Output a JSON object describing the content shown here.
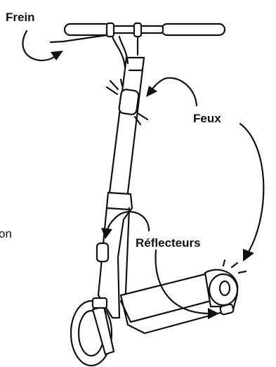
{
  "labels": {
    "brake": "Frein",
    "lights": "Feux",
    "reflectors": "Réflecteurs",
    "cut_text": "on"
  }
}
